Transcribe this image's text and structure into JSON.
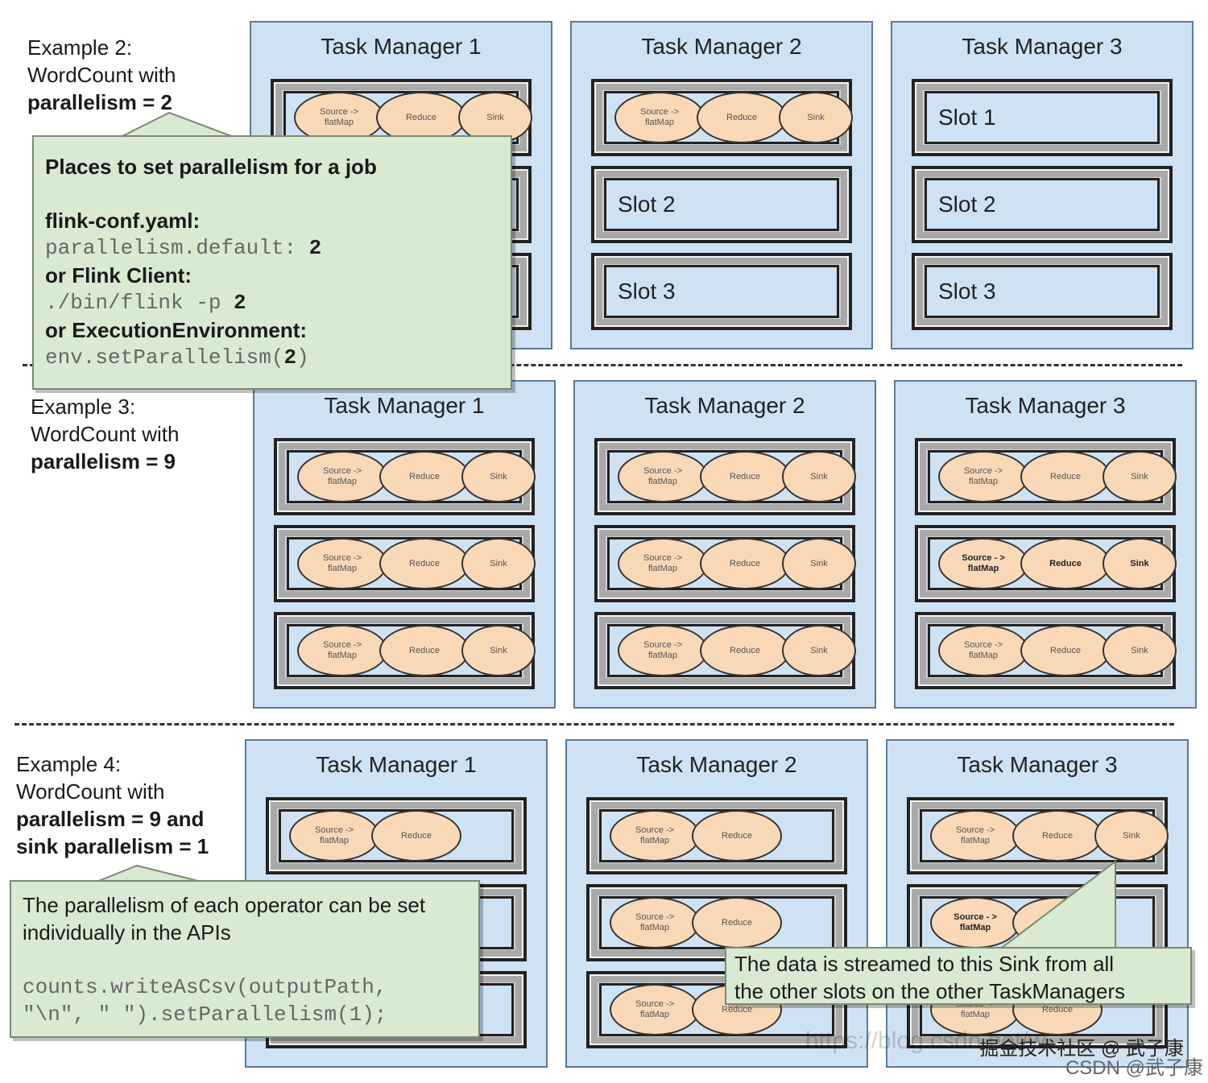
{
  "examples": [
    {
      "lines": [
        "Example 2:",
        "WordCount with"
      ],
      "bold_lines": [
        "parallelism = 2"
      ],
      "task_managers": [
        {
          "title": "Task Manager 1",
          "slots": [
            {
              "ops": [
                "Source -> flatMap",
                "Reduce",
                "Sink"
              ]
            },
            {
              "ops": []
            },
            {
              "ops": []
            }
          ]
        },
        {
          "title": "Task Manager 2",
          "slots": [
            {
              "ops": [
                "Source -> flatMap",
                "Reduce",
                "Sink"
              ]
            },
            {
              "label": "Slot 2"
            },
            {
              "label": "Slot 3"
            }
          ]
        },
        {
          "title": "Task Manager 3",
          "slots": [
            {
              "label": "Slot 1"
            },
            {
              "label": "Slot 2"
            },
            {
              "label": "Slot 3"
            }
          ]
        }
      ]
    },
    {
      "lines": [
        "Example 3:",
        "WordCount with"
      ],
      "bold_lines": [
        "parallelism = 9"
      ],
      "task_managers": [
        {
          "title": "Task Manager 1",
          "slots": [
            {
              "ops": [
                "Source -> flatMap",
                "Reduce",
                "Sink"
              ]
            },
            {
              "ops": [
                "Source -> flatMap",
                "Reduce",
                "Sink"
              ]
            },
            {
              "ops": [
                "Source -> flatMap",
                "Reduce",
                "Sink"
              ]
            }
          ]
        },
        {
          "title": "Task Manager 2",
          "slots": [
            {
              "ops": [
                "Source -> flatMap",
                "Reduce",
                "Sink"
              ]
            },
            {
              "ops": [
                "Source -> flatMap",
                "Reduce",
                "Sink"
              ]
            },
            {
              "ops": [
                "Source -> flatMap",
                "Reduce",
                "Sink"
              ]
            }
          ]
        },
        {
          "title": "Task Manager 3",
          "slots": [
            {
              "ops": [
                "Source -> flatMap",
                "Reduce",
                "Sink"
              ]
            },
            {
              "ops": [
                "Source - > flatMap",
                "Reduce",
                "Sink"
              ],
              "bold": true
            },
            {
              "ops": [
                "Source -> flatMap",
                "Reduce",
                "Sink"
              ]
            }
          ]
        }
      ]
    },
    {
      "lines": [
        "Example 4:",
        "WordCount with"
      ],
      "bold_lines": [
        "parallelism = 9 and",
        "sink parallelism = 1"
      ],
      "task_managers": [
        {
          "title": "Task Manager 1",
          "slots": [
            {
              "ops": [
                "Source -> flatMap",
                "Reduce"
              ]
            },
            {
              "ops": []
            },
            {
              "ops": []
            }
          ]
        },
        {
          "title": "Task Manager 2",
          "slots": [
            {
              "ops": [
                "Source -> flatMap",
                "Reduce"
              ]
            },
            {
              "ops": [
                "Source -> flatMap",
                "Reduce"
              ]
            },
            {
              "ops": [
                "Source -> flatMap",
                "Reduce"
              ]
            }
          ]
        },
        {
          "title": "Task Manager 3",
          "slots": [
            {
              "ops": [
                "Source -> flatMap",
                "Reduce",
                "Sink"
              ]
            },
            {
              "ops": [
                "Source - > flatMap",
                "Reduce"
              ],
              "bold": true
            },
            {
              "ops": [
                "Source -> flatMap",
                "Reduce"
              ]
            }
          ]
        }
      ]
    }
  ],
  "callout_job": {
    "heading": "Places to set parallelism for a job",
    "conf_label": "flink-conf.yaml:",
    "conf_code": "parallelism.default:",
    "conf_value": "2",
    "client_label": "or Flink Client:",
    "client_code": "./bin/flink -p",
    "client_value": "2",
    "env_label": "or ExecutionEnvironment:",
    "env_code_prefix": "env.setParallelism(",
    "env_value": "2",
    "env_code_suffix": ")"
  },
  "callout_operator": {
    "text_line1": "The parallelism of each operator can be set",
    "text_line2": "individually in the APIs",
    "code_line1": "counts.writeAsCsv(outputPath,",
    "code_line2": "\"\\n\", \" \").setParallelism(1);"
  },
  "callout_sink": {
    "line1": "The data is streamed to this Sink from all",
    "line2": "the other slots on the other TaskManagers"
  },
  "watermarks": {
    "juejin": "掘金技术社区 @ 武子康",
    "csdn": "CSDN @武子康",
    "url": "https://blog.csdn.net/w"
  },
  "colors": {
    "task_manager_bg": "#cfe2f3",
    "operator_fill": "#f9d8b8",
    "callout_bg": "#d9ead3"
  }
}
